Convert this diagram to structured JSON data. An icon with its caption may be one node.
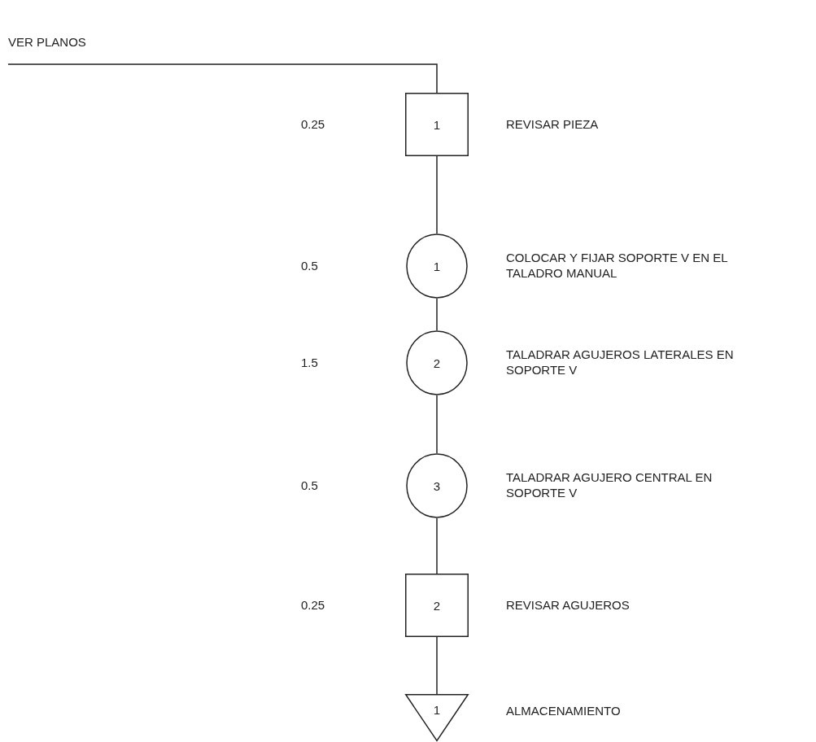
{
  "diagram": {
    "nodes": [
      {
        "text": [
          "VER PLANOS"
        ]
      },
      {
        "text": [
          "1"
        ],
        "beside": [
          "REVISAR PIEZA"
        ]
      },
      {
        "text": [
          "1"
        ],
        "beside": [
          "COLOCAR Y FIJAR SOPORTE V EN EL TALADRO MANUAL"
        ]
      },
      {
        "text": [
          "2"
        ],
        "beside": [
          "TALADRAR AGUJEROS LATERALES EN SOPORTE V"
        ]
      },
      {
        "text": [
          "3"
        ],
        "beside": [
          "TALADRAR AGUJERO CENTRAL EN SOPORTE V"
        ]
      },
      {
        "text": [
          "2"
        ],
        "beside": [
          "REVISAR AGUJEROS"
        ]
      },
      {
        "text": [
          "1"
        ],
        "beside": [
          "ALMACENAMIENTO"
        ]
      }
    ],
    "labels": [
      "0.25",
      "0.5",
      "1.5",
      "0.5",
      "0.25"
    ],
    "edges": [
      {
        "from": 0,
        "to": 1,
        "arrow": "none"
      },
      {
        "from": 1,
        "to": 2,
        "arrow": "none"
      },
      {
        "from": 2,
        "to": 3,
        "arrow": "none"
      },
      {
        "from": 3,
        "to": 4,
        "arrow": "none"
      },
      {
        "from": 4,
        "to": 5,
        "arrow": "none"
      },
      {
        "from": 5,
        "to": 6,
        "arrow": "none"
      }
    ]
  }
}
